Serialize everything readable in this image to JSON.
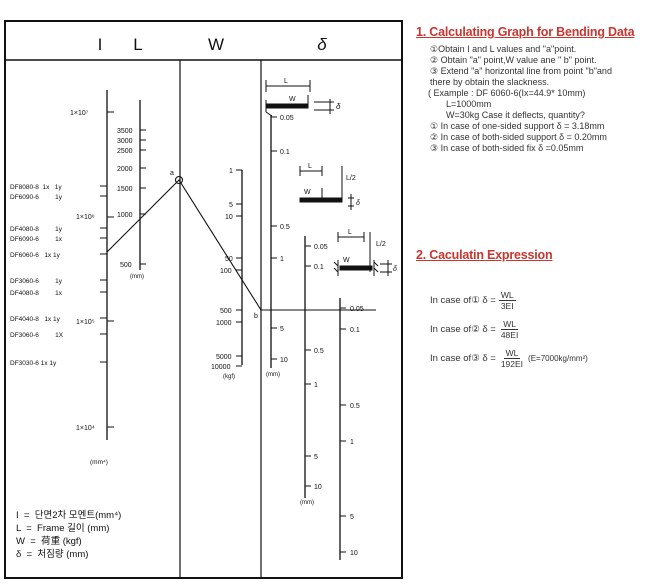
{
  "nomogram": {
    "col_headers": {
      "I": "I",
      "L": "L",
      "W": "W",
      "delta": "δ"
    },
    "I_scale": [
      {
        "label": "1×10⁷"
      },
      {
        "label": "1×10⁶"
      },
      {
        "label": "1×10⁵"
      },
      {
        "label": "1×10⁴"
      },
      {
        "label": "(mm⁴)"
      }
    ],
    "profiles": [
      {
        "label": "DF8080-8  1x   1y"
      },
      {
        "label": "DF6090-6         1y"
      },
      {
        "label": "DF4080-8         1y"
      },
      {
        "label": "DF6090-6         1x"
      },
      {
        "label": "DF6060-6   1x 1y"
      },
      {
        "label": "DF3060-6         1y"
      },
      {
        "label": "DF4080-8         1x"
      },
      {
        "label": "DF4040-8   1x 1y"
      },
      {
        "label": "DF3060-6         1X"
      },
      {
        "label": "DF3030-6 1x 1y"
      }
    ],
    "L_scale": [
      "3500",
      "3000",
      "2500",
      "2000",
      "1500",
      "1000",
      "500",
      "(mm)"
    ],
    "W_scale": [
      "1",
      "5",
      "10",
      "50",
      "100",
      "500",
      "1000",
      "5000",
      "10000",
      "(kgf)"
    ],
    "point_labels": {
      "a": "a",
      "b": "b"
    },
    "delta_scales": {
      "s1": [
        "0.05",
        "0.1",
        "0.5",
        "1",
        "5",
        "10",
        "(mm)"
      ],
      "s2": [
        "0.05",
        "0.1",
        "0.5",
        "1",
        "5",
        "10",
        "(mm)"
      ],
      "s3": [
        "0.05",
        "0.1",
        "0.5",
        "1",
        "5",
        "10"
      ]
    },
    "diagram_labels": {
      "L": "L",
      "W": "W",
      "L2": "L/2",
      "delta": "δ"
    },
    "legend": [
      "I  =  단면2차 모멘트(mm⁴)",
      "L  =  Frame 길이 (mm)",
      "W  =  荷重 (kgf)",
      "δ  =  처짐량 (mm)"
    ]
  },
  "section1": {
    "title": "1. Calculating Graph for Bending Data",
    "lines": [
      "①Obtain I and L values and \"a\"point.",
      "② Obtain \"a\" point,W value ane \" b\" point.",
      "③ Extend \"a\" horizontal line from point \"b\"and",
      "   there by obtain the slackness.",
      " ( Example : DF 6060-6(Ix=44.9* 10mm)",
      "L=1000mm",
      "W=30kg Case it deflects, quantity?",
      "① In case of one-sided support  δ = 3.18mm",
      "② In case of both-sided support  δ = 0.20mm",
      "③ In case of both-sided fix  δ =0.05mm"
    ]
  },
  "section2": {
    "title": "2. Caculatin Expression",
    "formulas": [
      {
        "prefix": "In case of① δ =",
        "num": "WL",
        "den": "3EI",
        "suffix": ""
      },
      {
        "prefix": "In case of② δ =",
        "num": "WL",
        "den": "48EI",
        "suffix": ""
      },
      {
        "prefix": "In case of③ δ =",
        "num": "WL",
        "den": "192EI",
        "suffix": "(E=7000kg/mm²)"
      }
    ]
  }
}
